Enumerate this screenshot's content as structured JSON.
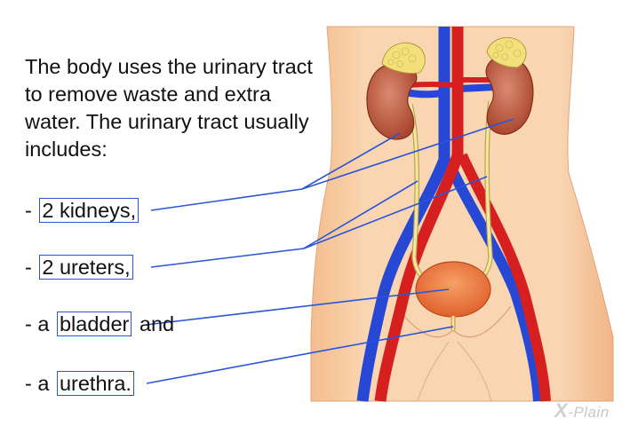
{
  "intro_text": "The body uses the urinary tract to remove waste and extra water. The urinary tract usually includes:",
  "items": [
    {
      "prefix": "- ",
      "term": "2 kidneys,",
      "suffix": ""
    },
    {
      "prefix": "- ",
      "term": "2 ureters,",
      "suffix": ""
    },
    {
      "prefix": "- a ",
      "term": "bladder",
      "suffix": " and"
    },
    {
      "prefix": "- a ",
      "term": "urethra.",
      "suffix": ""
    }
  ],
  "brand": {
    "mark": "X",
    "name": "-Plain"
  },
  "colors": {
    "skin": "#f7cfa6",
    "artery": "#d62020",
    "vein": "#2748d4",
    "kidney": "#b9563c",
    "ureter": "#f2e6a2",
    "bladder": "#ee7a44",
    "adrenal": "#f3e07a",
    "leader_line": "#2a55d8"
  }
}
